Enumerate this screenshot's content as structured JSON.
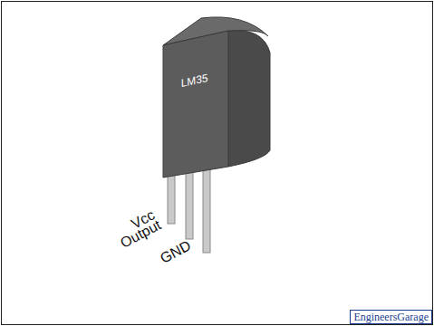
{
  "diagram": {
    "labels": [
      "LM35",
      "Vcc",
      "Output",
      "GND",
      "EngineersGarage"
    ]
  }
}
